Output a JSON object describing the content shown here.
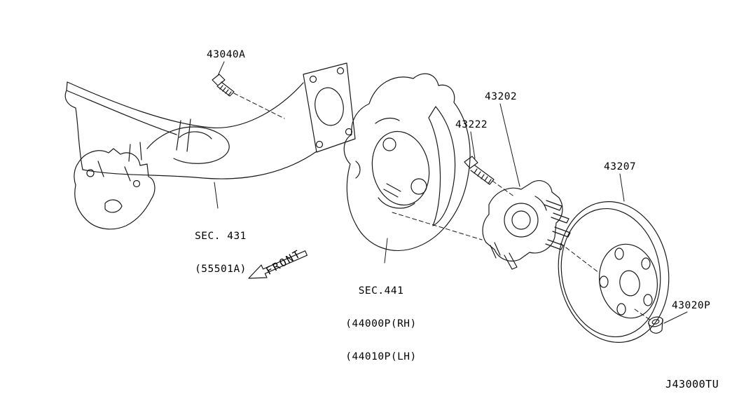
{
  "parts": [
    {
      "code": "43040A"
    },
    {
      "code": "43202"
    },
    {
      "code": "43222"
    },
    {
      "code": "43207"
    },
    {
      "code": "43020P"
    }
  ],
  "sections": {
    "sec431": {
      "line1": "SEC. 431",
      "line2": "(55501A)"
    },
    "sec441": {
      "line1": "SEC.441",
      "line2": "(44000P(RH)",
      "line3": "(44010P(LH)"
    }
  },
  "front_arrow_label": "FRONT",
  "drawing_number": "J43000TU",
  "line_color": "#1a1a1a",
  "background_color": "#ffffff"
}
